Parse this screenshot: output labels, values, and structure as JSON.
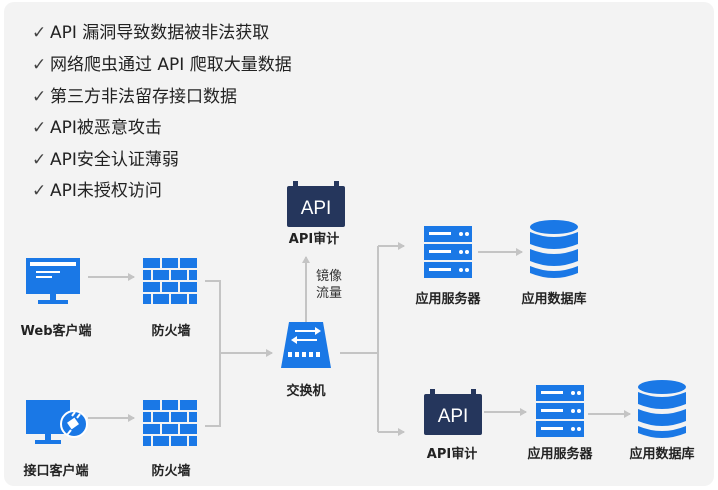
{
  "risks": [
    "API 漏洞导致数据被非法获取",
    "网络爬虫通过 API 爬取大量数据",
    "第三方非法留存接口数据",
    "API被恶意攻击",
    "API安全认证薄弱",
    "API未授权访问"
  ],
  "check_glyph": "✓",
  "nodes": {
    "web_client": "Web客户端",
    "api_client": "接口客户端",
    "firewall_top": "防火墙",
    "firewall_bottom": "防火墙",
    "switch": "交换机",
    "mirror_line1": "镜像",
    "mirror_line2": "流量",
    "api_audit_top": "API审计",
    "api_audit_top_text": "API",
    "app_server_top": "应用服务器",
    "app_db_top": "应用数据库",
    "api_audit_bottom": "API审计",
    "api_audit_bottom_text": "API",
    "app_server_bottom": "应用服务器",
    "app_db_bottom": "应用数据库"
  },
  "colors": {
    "accent_blue": "#1a78e6",
    "dark_navy": "#25365c",
    "arrow_gray": "#c4c4c4"
  }
}
